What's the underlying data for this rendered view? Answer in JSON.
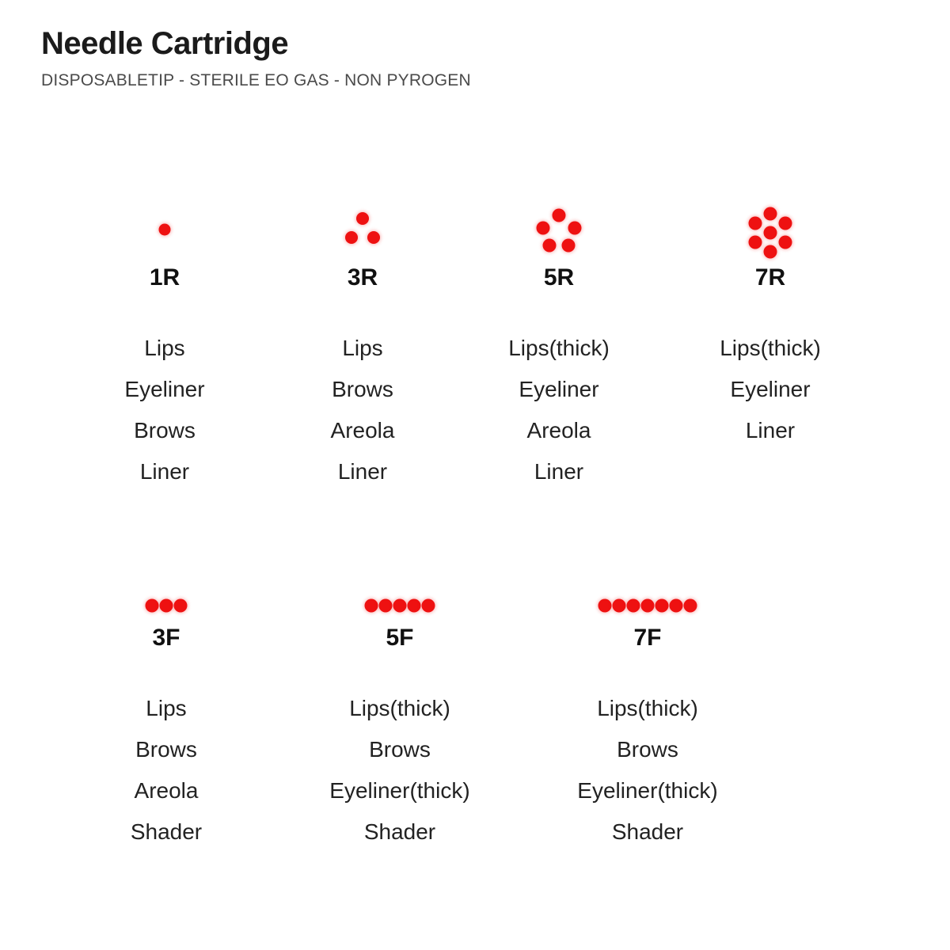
{
  "header": {
    "title": "Needle Cartridge",
    "subtitle": "DISPOSABLETIP - STERILE EO GAS - NON PYROGEN"
  },
  "theme": {
    "dot_color": "#EE1111",
    "background": "#FFFFFF",
    "title_color": "#1B1B1B",
    "subtitle_color": "#4A4A4A",
    "text_color": "#222222"
  },
  "rows": [
    {
      "row_name": "round-needles",
      "cells": [
        {
          "label": "1R",
          "pattern": "round-1",
          "dot_count": 1,
          "dots": [
            [
              60,
              40
            ]
          ],
          "dot_size": 15,
          "uses": [
            "Lips",
            "Eyeliner",
            "Brows",
            "Liner"
          ]
        },
        {
          "label": "3R",
          "pattern": "round-3",
          "dot_count": 3,
          "dots": [
            [
              60,
              26
            ],
            [
              46,
              50
            ],
            [
              74,
              50
            ]
          ],
          "dot_size": 16,
          "uses": [
            "Lips",
            "Brows",
            "Areola",
            "Liner"
          ]
        },
        {
          "label": "5R",
          "pattern": "round-5",
          "dot_count": 5,
          "dots": [
            [
              60,
              22
            ],
            [
              40,
              38
            ],
            [
              80,
              38
            ],
            [
              48,
              60
            ],
            [
              72,
              60
            ]
          ],
          "dot_size": 17,
          "uses": [
            "Lips(thick)",
            "Eyeliner",
            "Areola",
            "Liner"
          ]
        },
        {
          "label": "7R",
          "pattern": "round-7",
          "dot_count": 7,
          "dots": [
            [
              60,
              20
            ],
            [
              41,
              32
            ],
            [
              79,
              32
            ],
            [
              60,
              44
            ],
            [
              41,
              56
            ],
            [
              79,
              56
            ],
            [
              60,
              68
            ]
          ],
          "dot_size": 17,
          "uses": [
            "Lips(thick)",
            "Eyeliner",
            "Liner"
          ]
        }
      ]
    },
    {
      "row_name": "flat-needles",
      "cells": [
        {
          "label": "3F",
          "pattern": "flat-3",
          "dot_count": 3,
          "dots": [
            [
              42,
              20
            ],
            [
              60,
              20
            ],
            [
              78,
              20
            ]
          ],
          "dot_size": 17,
          "uses": [
            "Lips",
            "Brows",
            "Areola",
            "Shader"
          ]
        },
        {
          "label": "5F",
          "pattern": "flat-5",
          "dot_count": 5,
          "dots": [
            [
              24,
              20
            ],
            [
              42,
              20
            ],
            [
              60,
              20
            ],
            [
              78,
              20
            ],
            [
              96,
              20
            ]
          ],
          "dot_size": 17,
          "uses": [
            "Lips(thick)",
            "Brows",
            "Eyeliner(thick)",
            "Shader"
          ]
        },
        {
          "label": "7F",
          "pattern": "flat-7",
          "dot_count": 7,
          "dots": [
            [
              6,
              20
            ],
            [
              24,
              20
            ],
            [
              42,
              20
            ],
            [
              60,
              20
            ],
            [
              78,
              20
            ],
            [
              96,
              20
            ],
            [
              114,
              20
            ]
          ],
          "dot_size": 17,
          "uses": [
            "Lips(thick)",
            "Brows",
            "Eyeliner(thick)",
            "Shader"
          ]
        }
      ]
    }
  ],
  "layout": {
    "round_centers": [
      208,
      458,
      706,
      973
    ],
    "flat_centers": [
      210,
      505,
      818
    ]
  }
}
